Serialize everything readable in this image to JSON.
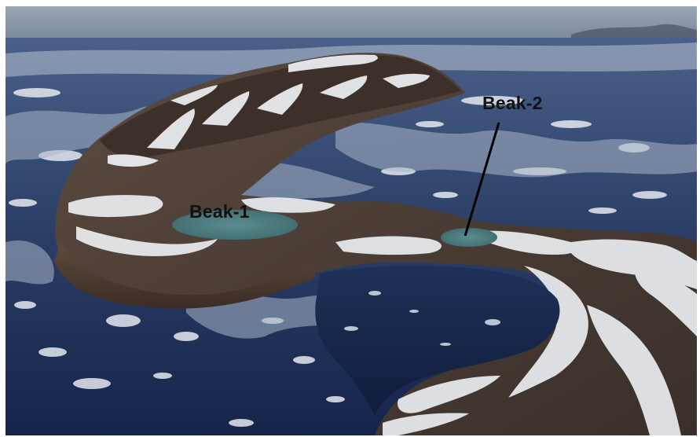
{
  "photo": {
    "labels": [
      {
        "id": "beak1",
        "text": "Beak-1"
      },
      {
        "id": "beak2",
        "text": "Beak-2"
      }
    ]
  }
}
